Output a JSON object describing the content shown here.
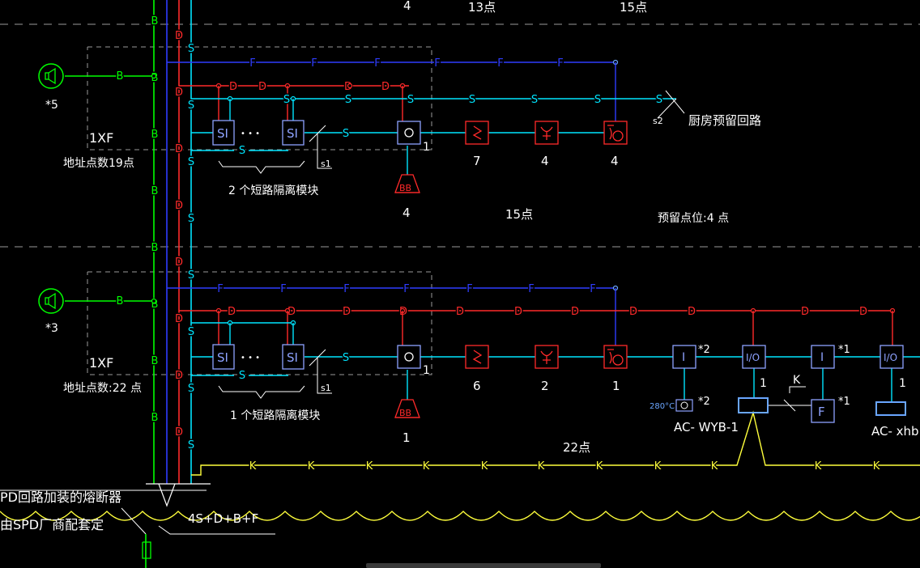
{
  "colors": {
    "background": "#000000",
    "green": "#00ff00",
    "cyan": "#00e5ff",
    "blue": "#2f3dff",
    "red": "#ff2a2a",
    "yellow": "#ffff3c",
    "white": "#ffffff",
    "gray": "#9a9a9a",
    "lightblue": "#6aa6ff"
  },
  "top_labels": {
    "n4": "4",
    "n13": "13点",
    "n15": "15点"
  },
  "bus_letters": {
    "b": "B",
    "d": "D",
    "s": "S",
    "f": "F",
    "k": "K"
  },
  "sections": [
    {
      "speaker_count": "*5",
      "panel_label": "1XF",
      "address_count": "地址点数19点",
      "si_label": "SI",
      "dots": "• • •",
      "isolation_note": "2 个短路隔离模块",
      "s_branch_label": "s1",
      "device_counts": [
        "1",
        "7",
        "4",
        "4"
      ],
      "sounder_count": "4",
      "sounder_text": "BB",
      "points": "15点",
      "reserved_branch_label": "s2",
      "kitchen_reserved": "厨房预留回路",
      "reserved_points": "预留点位:4 点"
    },
    {
      "speaker_count": "*3",
      "panel_label": "1XF",
      "address_count": "地址点数:22 点",
      "si_label": "SI",
      "dots": "• • •",
      "isolation_note": "1 个短路隔离模块",
      "s_branch_label": "s1",
      "device_counts": [
        "1",
        "6",
        "2",
        "1"
      ],
      "sounder_count": "1",
      "sounder_text": "BB",
      "module_i": "I",
      "module_io": "I/O",
      "module_f": "F",
      "mult2a": "*2",
      "mult2b": "*2",
      "mult1a": "*1",
      "mult1b": "*1",
      "io_count1": "1",
      "io_count2": "1",
      "temp_label": "280°C",
      "acwyb": "AC- WYB-1",
      "acxhb": "AC- xhb",
      "k_label": "K",
      "points": "22点"
    }
  ],
  "bottom": {
    "spd_fuse": "PD回路加装的熔断器",
    "spd_vendor": "由SPD厂商配套定",
    "cable_spec": "4S+D+B+F"
  }
}
